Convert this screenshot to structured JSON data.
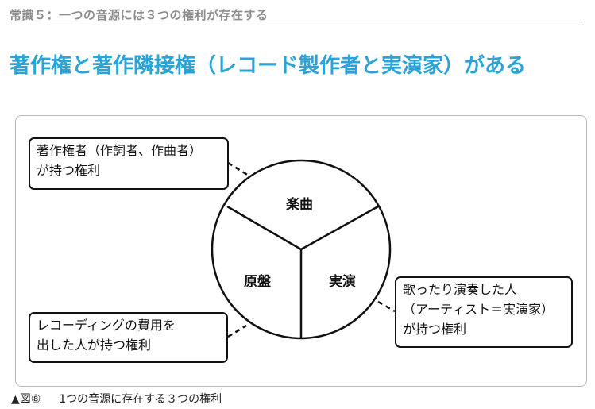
{
  "header": {
    "title": "常識５：一つの音源には３つの権利が存在する",
    "headline": "著作権と著作隣接権（レコード製作者と実演家）がある"
  },
  "diagram": {
    "segments": {
      "top": "楽曲",
      "left": "原盤",
      "right": "実演"
    },
    "callouts": {
      "top_left": [
        "著作権者（作詞者、作曲者）",
        "が持つ権利"
      ],
      "bottom_left": [
        "レコーディングの費用を",
        "出した人が持つ権利"
      ],
      "right": [
        "歌ったり演奏した人",
        "（アーティスト＝実演家）",
        "が持つ権利"
      ]
    }
  },
  "caption": {
    "marker": "▲図⑧",
    "text": "1つの音源に存在する３つの権利"
  }
}
